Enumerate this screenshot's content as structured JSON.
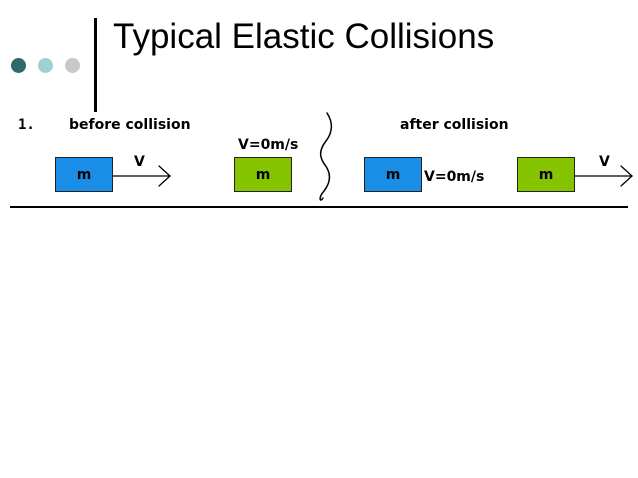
{
  "slide": {
    "title": "Typical Elastic Collisions",
    "item_number": "1.",
    "before_label": "before collision",
    "after_label": "after collision"
  },
  "colors": {
    "dot_1": "#2f6a6a",
    "dot_2": "#9fcfd1",
    "dot_3": "#c8c8c8",
    "blue_block": "#1a8ee6",
    "green_block": "#86c400"
  },
  "before": {
    "moving_block": {
      "label": "m",
      "velocity_label": "V"
    },
    "resting_block": {
      "label": "m",
      "velocity_label": "V=0m/s"
    }
  },
  "after": {
    "stopped_block": {
      "label": "m",
      "velocity_label": "V=0m/s"
    },
    "moving_block": {
      "label": "m",
      "velocity_label": "V"
    }
  }
}
